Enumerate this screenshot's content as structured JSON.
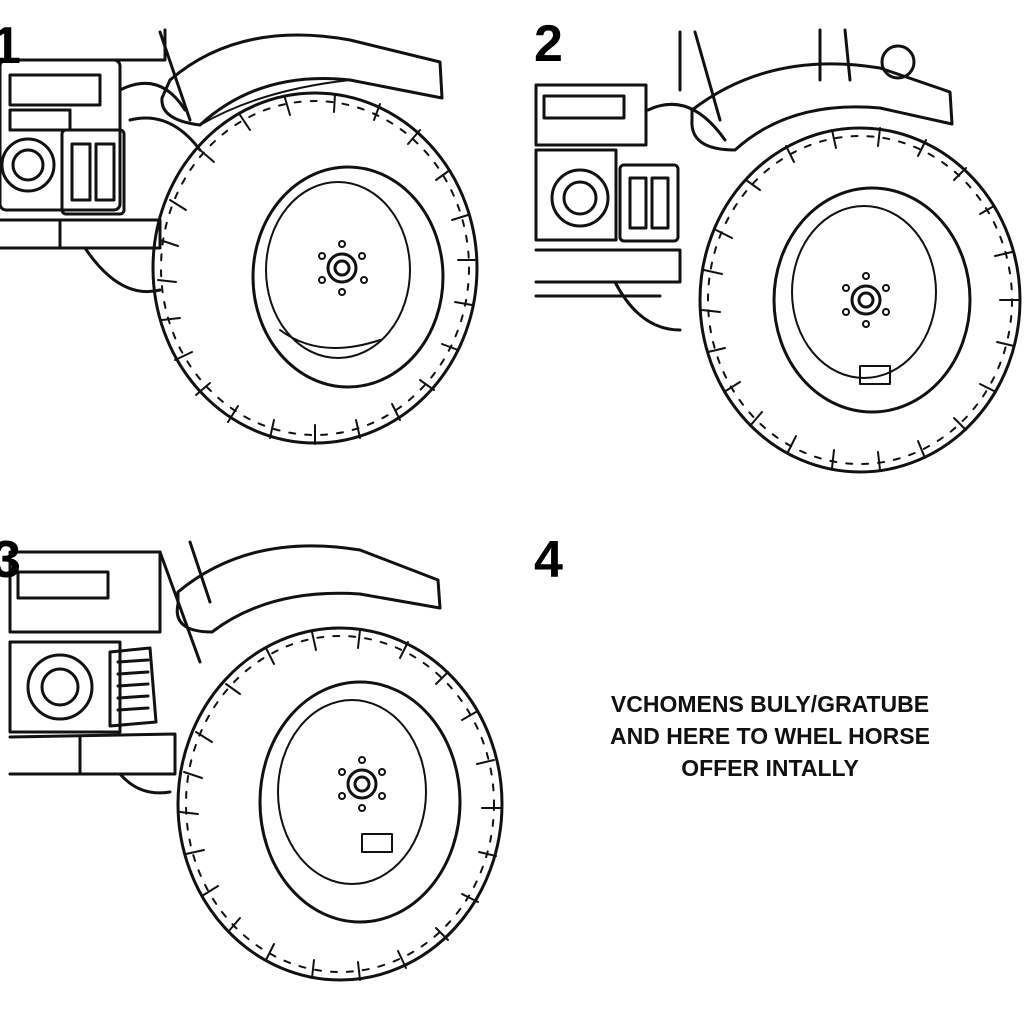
{
  "panels": [
    {
      "step_number": "1"
    },
    {
      "step_number": "2"
    },
    {
      "step_number": "3"
    },
    {
      "step_number": "4"
    }
  ],
  "caption": {
    "line1": "VCHOMENS BULY/GRATUBE",
    "line2": "AND HERE TO WHEL HORSE",
    "line3": "OFFER INTALLY"
  }
}
